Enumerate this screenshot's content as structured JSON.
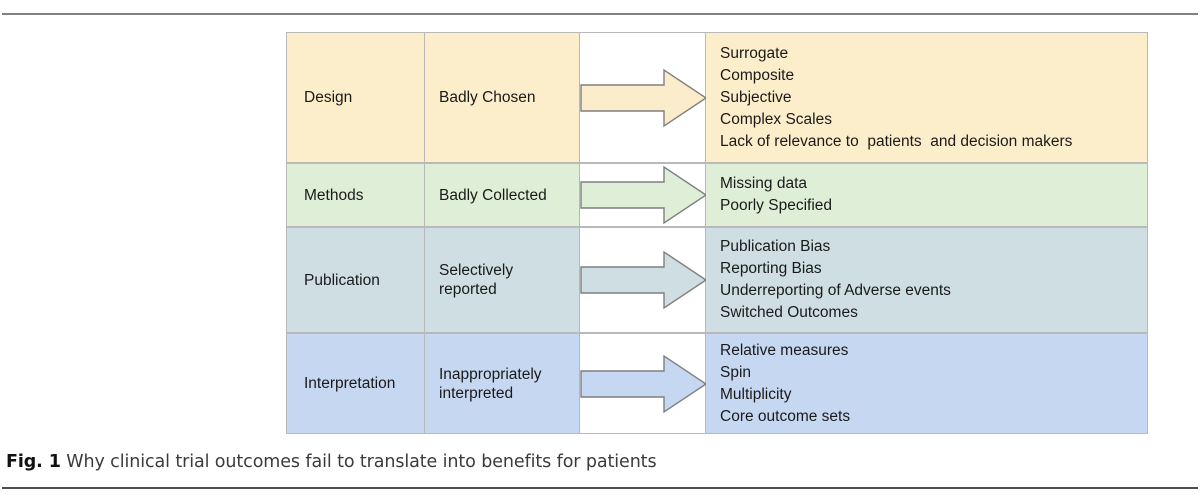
{
  "figure": {
    "caption_label": "Fig. 1",
    "caption_text": " Why clinical trial outcomes fail to translate into benefits for patients"
  },
  "colors": {
    "row_design": "#fdeecb",
    "row_methods": "#dfeed6",
    "row_publication": "#cedee2",
    "row_interpretation": "#c6d8f1",
    "arrow_design_fill": "#fbeccb",
    "arrow_methods_fill": "#dfeed6",
    "arrow_publication_fill": "#cedee2",
    "arrow_interpretation_fill": "#c6d8f1",
    "arrow_stroke": "#7f7f7f",
    "grid_line": "#b9b9b9",
    "rule": "#808080",
    "text": "#1a1a1a"
  },
  "rows": [
    {
      "category": "Design",
      "problem": "Badly  Chosen",
      "arrow_icon": "right-arrow-icon",
      "outcomes": [
        "Surrogate",
        "Composite",
        "Subjective",
        "Complex Scales",
        "Lack of relevance to  patients  and decision makers"
      ]
    },
    {
      "category": "Methods",
      "problem": "Badly Collected",
      "arrow_icon": "right-arrow-icon",
      "outcomes": [
        "Missing data",
        "Poorly Specified"
      ]
    },
    {
      "category": "Publication",
      "problem": "Selectively\nreported",
      "arrow_icon": "right-arrow-icon",
      "outcomes": [
        "Publication Bias",
        "Reporting Bias",
        "Underreporting of Adverse events",
        "Switched Outcomes"
      ]
    },
    {
      "category": "Interpretation",
      "problem": "Inappropriately\ninterpreted",
      "arrow_icon": "right-arrow-icon",
      "outcomes": [
        "Relative measures",
        "Spin",
        "Multiplicity",
        "Core outcome sets"
      ]
    }
  ]
}
